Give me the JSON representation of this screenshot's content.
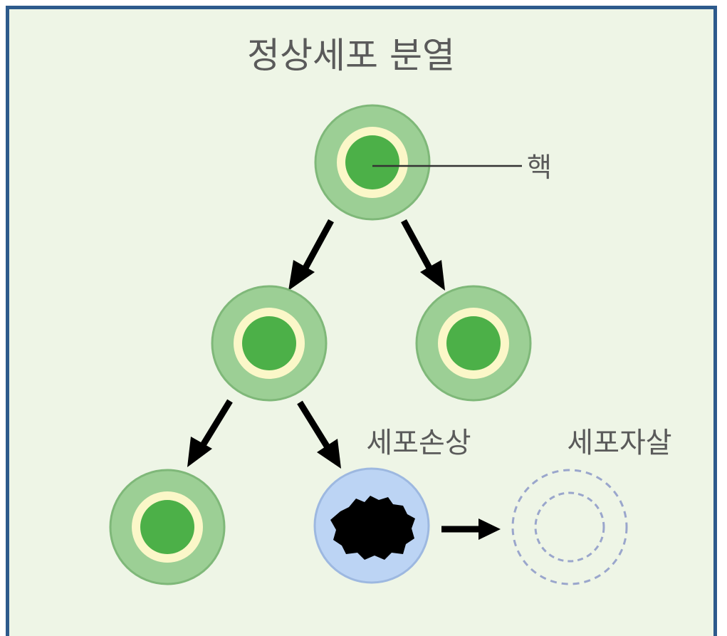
{
  "diagram": {
    "title": "정상세포 분열",
    "nucleus_label": "핵",
    "damage_label": "세포손상",
    "apoptosis_label": "세포자살",
    "colors": {
      "frame_border": "#2d5a8c",
      "background": "#eef5e6",
      "cell_outer": "#9ccf95",
      "cell_outer_stroke": "#7fb879",
      "cell_ring": "#fbf7c8",
      "nucleus": "#4cb048",
      "damaged_cell": "#bcd4f4",
      "damaged_stroke": "#9db8e0",
      "damaged_nucleus": "#000000",
      "dashed_circle": "#9aa6cc",
      "arrow": "#000000",
      "text": "#5a5a5a",
      "pointer_line": "#333333"
    },
    "nodes": [
      {
        "id": "parent",
        "type": "normal-cell"
      },
      {
        "id": "child-left",
        "type": "normal-cell"
      },
      {
        "id": "child-right",
        "type": "normal-cell"
      },
      {
        "id": "grandchild-left",
        "type": "normal-cell"
      },
      {
        "id": "damaged-cell",
        "type": "damaged-cell"
      },
      {
        "id": "dead-cell",
        "type": "apoptotic-cell"
      }
    ],
    "edges": [
      {
        "from": "parent",
        "to": "child-left"
      },
      {
        "from": "parent",
        "to": "child-right"
      },
      {
        "from": "child-left",
        "to": "grandchild-left"
      },
      {
        "from": "child-left",
        "to": "damaged-cell"
      },
      {
        "from": "damaged-cell",
        "to": "dead-cell"
      }
    ]
  }
}
